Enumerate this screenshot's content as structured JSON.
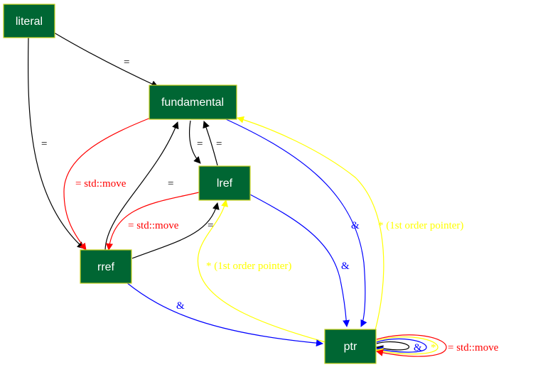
{
  "colors": {
    "node_fill": "#006633",
    "node_border": "#c9d21e",
    "node_text": "#ffffff",
    "assign": "#000000",
    "move": "#ff0000",
    "address": "#0000ff",
    "deref": "#ffff00"
  },
  "nodes": {
    "literal": "literal",
    "fundamental": "fundamental",
    "lref": "lref",
    "rref": "rref",
    "ptr": "ptr"
  },
  "edge_labels": {
    "assign": "=",
    "move": "= std::move",
    "address": "&",
    "deref": "* (1st order pointer)",
    "deref_short": "*"
  },
  "edges": [
    {
      "from": "literal",
      "to": "fundamental",
      "kind": "assign"
    },
    {
      "from": "literal",
      "to": "rref",
      "kind": "assign"
    },
    {
      "from": "fundamental",
      "to": "rref",
      "kind": "move"
    },
    {
      "from": "fundamental",
      "to": "lref",
      "kind": "assign"
    },
    {
      "from": "lref",
      "to": "fundamental",
      "kind": "assign"
    },
    {
      "from": "rref",
      "to": "fundamental",
      "kind": "assign"
    },
    {
      "from": "lref",
      "to": "rref",
      "kind": "move"
    },
    {
      "from": "rref",
      "to": "lref",
      "kind": "assign"
    },
    {
      "from": "fundamental",
      "to": "ptr",
      "kind": "address"
    },
    {
      "from": "ptr",
      "to": "fundamental",
      "kind": "deref"
    },
    {
      "from": "lref",
      "to": "ptr",
      "kind": "address"
    },
    {
      "from": "ptr",
      "to": "lref",
      "kind": "deref"
    },
    {
      "from": "rref",
      "to": "ptr",
      "kind": "address"
    },
    {
      "from": "ptr",
      "to": "ptr",
      "kind": "assign"
    },
    {
      "from": "ptr",
      "to": "ptr",
      "kind": "address"
    },
    {
      "from": "ptr",
      "to": "ptr",
      "kind": "deref"
    },
    {
      "from": "ptr",
      "to": "ptr",
      "kind": "move"
    }
  ]
}
